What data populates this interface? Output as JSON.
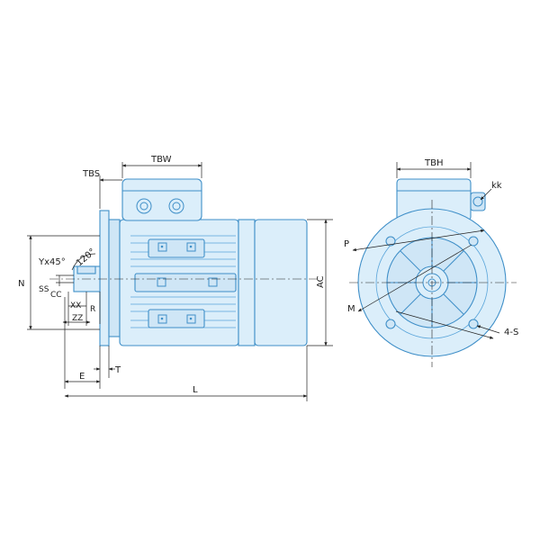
{
  "labels": {
    "tbs": "TBS",
    "tbw": "TBW",
    "tbh": "TBH",
    "kk": "kk",
    "y45": "Yx45°",
    "angle120": "120°",
    "n": "N",
    "ss": "SS",
    "cc": "CC",
    "xx": "XX",
    "zz": "ZZ",
    "r": "R",
    "e": "E",
    "t": "T",
    "l": "L",
    "ac": "AC",
    "p": "P",
    "m": "M",
    "holes": "4-S"
  },
  "colors": {
    "body_fill": "#dbeefa",
    "body_stroke": "#3f8fc8",
    "dimension_line": "#222222"
  }
}
